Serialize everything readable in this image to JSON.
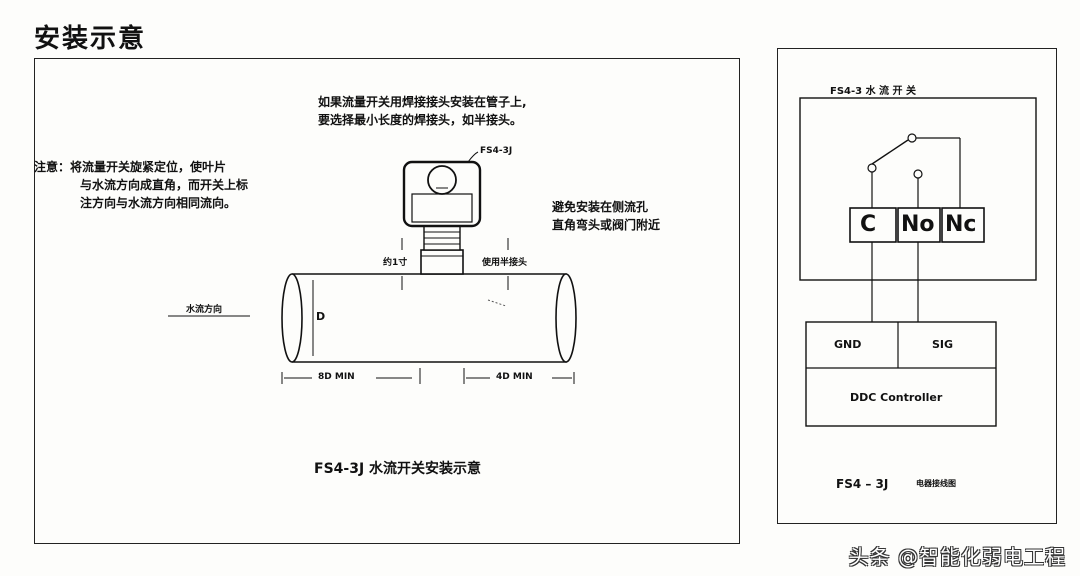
{
  "page": {
    "title": "安装示意"
  },
  "install": {
    "top_note_line1": "如果流量开关用焊接接头安装在管子上,",
    "top_note_line2": "要选择最小长度的焊接头，如半接头。",
    "left_note_line1": "注意：将流量开关旋紧定位，使叶片",
    "left_note_line2": "与水流方向成直角，而开关上标",
    "left_note_line3": "注方向与水流方向相同流向。",
    "right_note_line1": "避免安装在侧流孔",
    "right_note_line2": "直角弯头或阀门附近",
    "device_label": "FS4-3J",
    "about_one_inch": "约1寸",
    "use_half_coupling": "使用半接头",
    "flow_direction": "水流方向",
    "diameter_label": "D",
    "upstream_min": "8D MIN",
    "downstream_min": "4D MIN",
    "caption": "FS4-3J 水流开关安装示意"
  },
  "wiring": {
    "switch_title": "FS4-3  水 流 开 关",
    "terminals": [
      "C",
      "No",
      "Nc"
    ],
    "gnd_label": "GND",
    "sig_label": "SIG",
    "controller_label": "DDC Controller",
    "caption_model": "FS4 – 3J",
    "caption_text": "电器接线图"
  },
  "watermark": {
    "text": "头条 @智能化弱电工程"
  }
}
